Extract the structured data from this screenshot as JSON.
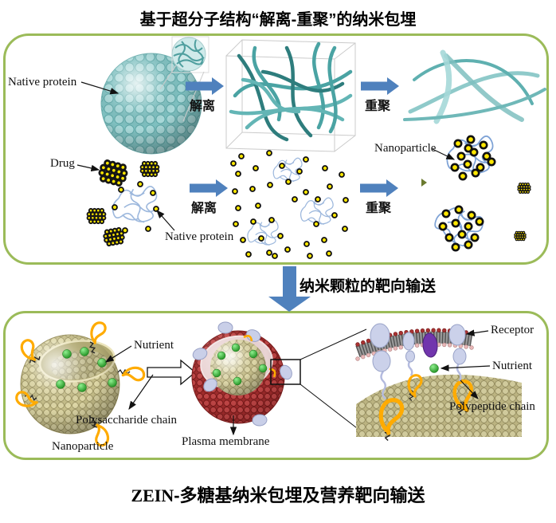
{
  "titles": {
    "top": "基于超分子结构“解离-重聚”的纳米包埋",
    "middle": "纳米颗粒的靶向输送",
    "bottom_en": "ZEIN",
    "bottom_zh": "-多糖基纳米包埋及营养靶向输送"
  },
  "top_panel": {
    "row1": {
      "native_protein": "Native protein",
      "dissociation": "解离",
      "reaggregation": "重聚"
    },
    "row2": {
      "drug": "Drug",
      "native_protein": "Native protein",
      "dissociation": "解离",
      "reaggregation": "重聚",
      "nanoparticle": "Nanoparticle"
    }
  },
  "bottom_panel": {
    "nutrient_left": "Nutrient",
    "polysaccharide_chain": "Polysaccharide chain",
    "nanoparticle": "Nanoparticle",
    "plasma_membrane": "Plasma membrane",
    "receptor": "Receptor",
    "nutrient_right": "Nutrient",
    "polypeptide_chain": "Polypeptide chain"
  },
  "colors": {
    "panel_border": "#9bbb59",
    "arrow_blue": "#4f81bd",
    "protein_teal": "#8ccaca",
    "drug_yellow": "#ffe600",
    "nanoparticle_tan": "#cdc591",
    "membrane_red": "#a83232",
    "nutrient_green": "#2eb82e",
    "chain_orange": "#ffab00",
    "receptor_lavender": "#c9cfe8"
  }
}
